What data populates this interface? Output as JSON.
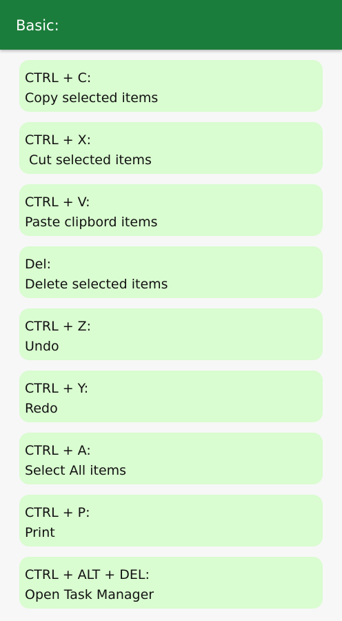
{
  "app_bar": {
    "title": "Basic:"
  },
  "shortcuts": [
    {
      "keys": "CTRL + C:",
      "description": "Copy selected items"
    },
    {
      "keys": "CTRL + X:",
      "description": " Cut selected items"
    },
    {
      "keys": "CTRL + V:",
      "description": "Paste clipbord items"
    },
    {
      "keys": "Del:",
      "description": "Delete selected items"
    },
    {
      "keys": "CTRL + Z:",
      "description": "Undo"
    },
    {
      "keys": "CTRL + Y:",
      "description": "Redo"
    },
    {
      "keys": "CTRL + A:",
      "description": "Select All items"
    },
    {
      "keys": "CTRL + P:",
      "description": "Print"
    },
    {
      "keys": "CTRL + ALT + DEL:",
      "description": "Open Task Manager"
    }
  ],
  "colors": {
    "app_bar": "#1b7d3b",
    "card": "#d9fcd0",
    "background": "#f7f7f7"
  }
}
